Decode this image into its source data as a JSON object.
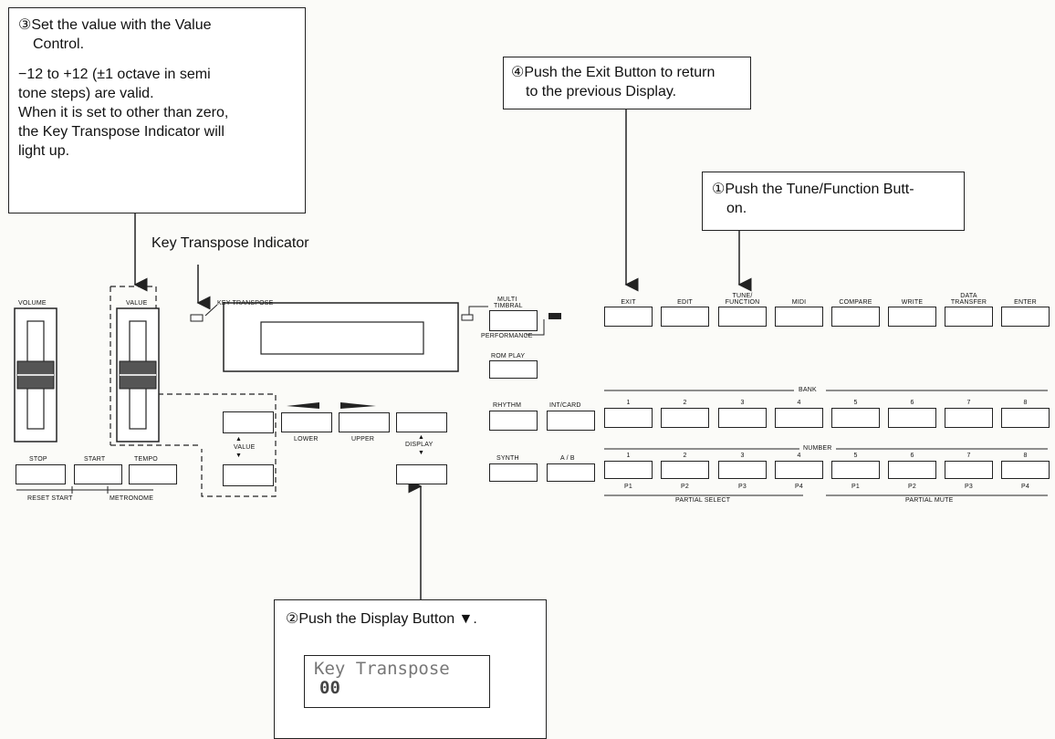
{
  "notes": {
    "step3": {
      "line1": "③Set the value with the Value",
      "line2": "Control.",
      "line3": "−12 to +12 (±1 octave in semi",
      "line4": "tone steps) are valid.",
      "line5": "When it is set to other than zero,",
      "line6": "the Key Transpose Indicator will",
      "line7": "light up."
    },
    "step4": {
      "line1": "④Push the Exit Button to return",
      "line2": "to the previous Display."
    },
    "step1": {
      "line1": "①Push the Tune/Function Butt-",
      "line2": "on."
    },
    "step2": {
      "line1": "②Push the Display Button ▼."
    },
    "indicator_label": "Key Transpose Indicator"
  },
  "lcd": {
    "line1": "Key Transpose",
    "value": "00"
  },
  "panel": {
    "volume": "VOLUME",
    "value": "VALUE",
    "key_transpose": "KEY TRANSPOSE",
    "stop": "STOP",
    "start": "START",
    "tempo": "TEMPO",
    "reset_start": "RESET START",
    "metronome": "METRONOME",
    "value_btn": "VALUE",
    "lower": "LOWER",
    "upper": "UPPER",
    "display": "DISPLAY",
    "multi_timbral_1": "MULTI",
    "multi_timbral_2": "TIMBRAL",
    "performance": "PERFORMANCE",
    "rom_play": "ROM PLAY",
    "rhythm": "RHYTHM",
    "int_card": "INT/CARD",
    "synth": "SYNTH",
    "ab": "A / B",
    "bank": "BANK",
    "number": "NUMBER",
    "partial_select": "PARTIAL SELECT",
    "partial_mute": "PARTIAL MUTE",
    "top_buttons": [
      {
        "l1": "",
        "l2": "EXIT"
      },
      {
        "l1": "",
        "l2": "EDIT"
      },
      {
        "l1": "TUNE/",
        "l2": "FUNCTION"
      },
      {
        "l1": "",
        "l2": "MIDI"
      },
      {
        "l1": "",
        "l2": "COMPARE"
      },
      {
        "l1": "",
        "l2": "WRITE"
      },
      {
        "l1": "DATA",
        "l2": "TRANSFER"
      },
      {
        "l1": "",
        "l2": "ENTER"
      }
    ],
    "bank_numbers": [
      "1",
      "2",
      "3",
      "4",
      "5",
      "6",
      "7",
      "8"
    ],
    "number_numbers": [
      "1",
      "2",
      "3",
      "4",
      "5",
      "6",
      "7",
      "8"
    ],
    "partials": [
      "P1",
      "P2",
      "P3",
      "P4",
      "P1",
      "P2",
      "P3",
      "P4"
    ]
  }
}
